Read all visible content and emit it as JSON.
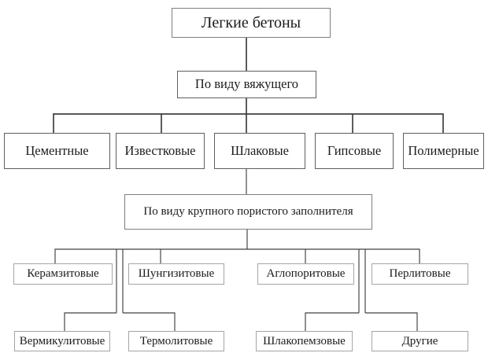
{
  "diagram": {
    "root": "Легкие бетоны",
    "level1_header": "По виду вяжущего",
    "level1_nodes": [
      "Цементные",
      "Известковые",
      "Шлаковые",
      "Гипсовые",
      "Полимерные"
    ],
    "level2_header": "По виду крупного пористого заполнителя",
    "level2_nodes_row1": [
      "Керамзитовые",
      "Шунгизитовые",
      "Аглопоритовые",
      "Перлитовые"
    ],
    "level2_nodes_row2": [
      "Вермикулитовые",
      "Термолитовые",
      "Шлакопемзовые",
      "Другие"
    ]
  },
  "colors": {
    "background": "#ffffff",
    "line": "#404040",
    "text": "#1b1b1b",
    "border_dark": "#5f5f5f",
    "border_mid": "#7f7f7f",
    "border_light": "#a5a5a5"
  }
}
